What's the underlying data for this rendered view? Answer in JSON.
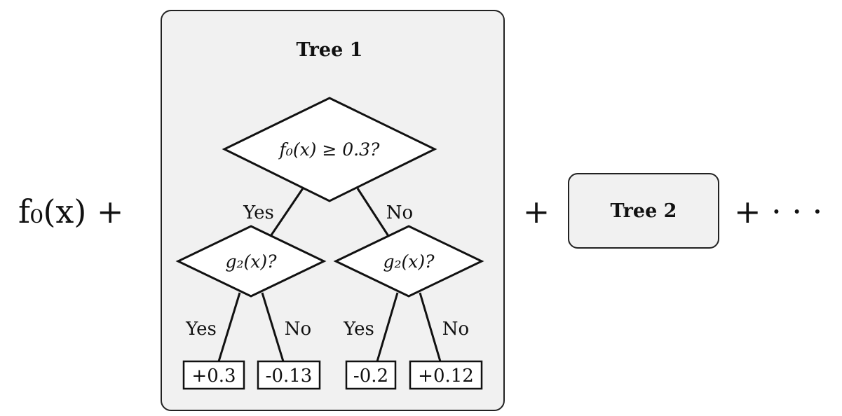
{
  "prefix_expression": "f₀(x) +",
  "plus_sign": "+",
  "trailing_expression": "+ · · ·",
  "tree1": {
    "title": "Tree 1",
    "root_condition": "f₀(x) ≥ 0.3?",
    "root_yes_label": "Yes",
    "root_no_label": "No",
    "left_condition": "g₂(x)?",
    "right_condition": "g₂(x)?",
    "left_yes_label": "Yes",
    "left_no_label": "No",
    "right_yes_label": "Yes",
    "right_no_label": "No",
    "leaves": [
      "+0.3",
      "-0.13",
      "-0.2",
      "+0.12"
    ]
  },
  "tree2": {
    "title": "Tree 2"
  },
  "colors": {
    "panel_fill": "#f1f1f1",
    "stroke": "#111111"
  }
}
